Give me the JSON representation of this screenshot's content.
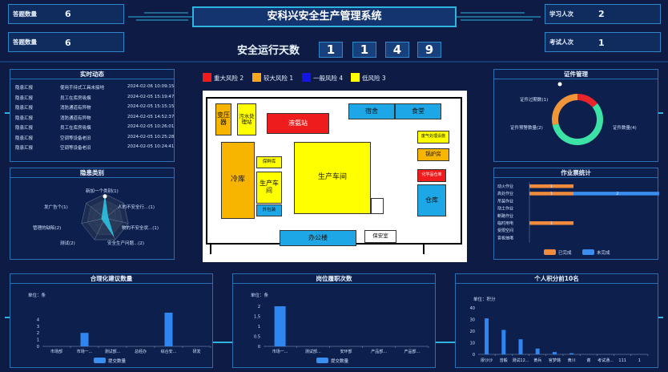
{
  "header": {
    "title": "安科兴安全生产管理系统",
    "stats_left": [
      {
        "label": "答题数量",
        "value": "6"
      },
      {
        "label": "答题数量",
        "value": "6"
      }
    ],
    "stats_right": [
      {
        "label": "学习人次",
        "value": "2"
      },
      {
        "label": "考试人次",
        "value": "1"
      }
    ],
    "safe_days_label": "安全运行天数",
    "safe_days_digits": [
      "1",
      "1",
      "4",
      "9"
    ]
  },
  "risk_legend": [
    {
      "label": "重大风险 2",
      "color": "#ee1c1c"
    },
    {
      "label": "较大风险 1",
      "color": "#f7a81b"
    },
    {
      "label": "一般风险 4",
      "color": "#1414e6"
    },
    {
      "label": "低风险 3",
      "color": "#ffff00"
    }
  ],
  "realtime_feed": {
    "title": "实时动态",
    "rows": [
      {
        "type": "隐患汇报",
        "desc": "使用手持式工具未接地",
        "time": "2024-02-06 10:09:15"
      },
      {
        "type": "隐患汇报",
        "desc": "员工在库房吸烟",
        "time": "2024-02-05 15:19:47"
      },
      {
        "type": "隐患汇报",
        "desc": "消防通道有异物",
        "time": "2024-02-05 15:15:15"
      },
      {
        "type": "隐患汇报",
        "desc": "消防通道有异物",
        "time": "2024-02-05 14:52:37"
      },
      {
        "type": "隐患汇报",
        "desc": "员工在库房吸烟",
        "time": "2024-02-05 10:26:01"
      },
      {
        "type": "隐患汇报",
        "desc": "空调等设备老旧",
        "time": "2024-02-05 10:25:28"
      },
      {
        "type": "隐患汇报",
        "desc": "空调等设备老旧",
        "time": "2024-02-05 10:24:41"
      }
    ]
  },
  "hazard_category": {
    "title": "隐患类别",
    "labels": [
      "新加一个类别(1)",
      "人的不安全行...(1)",
      "物的不安全状...(1)",
      "安全生产问题...(2)",
      "测试(2)",
      "管理的缺陷(2)",
      "发广告个(1)"
    ]
  },
  "cert_mgmt": {
    "title": "证件管理",
    "labels": [
      "证件过期数(1)",
      "证件预警数量(2)",
      "证件数量(4)"
    ],
    "chart_data": {
      "type": "pie",
      "labels": [
        "证件过期数",
        "证件预警数量",
        "证件数量"
      ],
      "values": [
        1,
        2,
        4
      ],
      "colors": [
        "#e8242c",
        "#f0963a",
        "#3de3a6"
      ]
    }
  },
  "work_ticket": {
    "title": "作业票统计",
    "legend_done": "已完成",
    "legend_todo": "未完成",
    "chart_data": {
      "type": "bar",
      "categories": [
        "动火作业",
        "高处作业",
        "吊装作业",
        "动土作业",
        "断路作业",
        "临时用电",
        "受限空间",
        "盲板抽堵"
      ],
      "series": [
        {
          "name": "已完成",
          "values": [
            1,
            1,
            0,
            0,
            0,
            1,
            0,
            0
          ],
          "color": "#f08a3c"
        },
        {
          "name": "未完成",
          "values": [
            0,
            2,
            0,
            0,
            0,
            0,
            0,
            0
          ],
          "color": "#3a8ef0"
        }
      ],
      "labels_shown": {
        "done_1": "1",
        "done_2": "1",
        "todo_2": "2",
        "done_6": "1"
      }
    }
  },
  "map": {
    "buildings": [
      "变压器",
      "污水处理站",
      "液氨站",
      "宿舍",
      "食堂",
      "冷库",
      "保鲜库",
      "生产车间",
      "外包装",
      "生产车间",
      "废气处理设施",
      "锅炉房",
      "化学品仓库",
      "仓库",
      "办公楼",
      "保安室"
    ]
  },
  "suggestions": {
    "title": "合理化建议数量",
    "unit": "单位：条",
    "legend": "提交数量",
    "chart_data": {
      "type": "bar",
      "categories": [
        "市场部",
        "市场一...",
        "测试部...",
        "总经办",
        "综合安...",
        "研发"
      ],
      "values": [
        0,
        2,
        0,
        0,
        5,
        0
      ],
      "yticks": [
        0,
        1,
        2,
        3,
        4
      ],
      "ylim": [
        0,
        5
      ]
    }
  },
  "duty_count": {
    "title": "岗位履职次数",
    "unit": "单位：条",
    "legend": "提交数量",
    "chart_data": {
      "type": "bar",
      "categories": [
        "市场一...",
        "测试部...",
        "安环部",
        "产品部...",
        "产品部..."
      ],
      "values": [
        2,
        0,
        0,
        0,
        0
      ],
      "yticks": [
        0,
        0.5,
        1,
        1.5,
        2
      ],
      "ylim": [
        0,
        2
      ]
    }
  },
  "top10": {
    "title": "个人积分前10名",
    "unit": "单位：积分",
    "chart_data": {
      "type": "bar",
      "categories": [
        "廖沙沙",
        "曾毅",
        "测试12...",
        "黄兵",
        "官梦璐",
        "黄川",
        "谢",
        "考试通...",
        "111",
        "1"
      ],
      "values": [
        31,
        21,
        13,
        5,
        2,
        1,
        0,
        0,
        0,
        0
      ],
      "yticks": [
        0,
        10,
        20,
        30,
        40
      ],
      "ylim": [
        0,
        40
      ]
    }
  }
}
